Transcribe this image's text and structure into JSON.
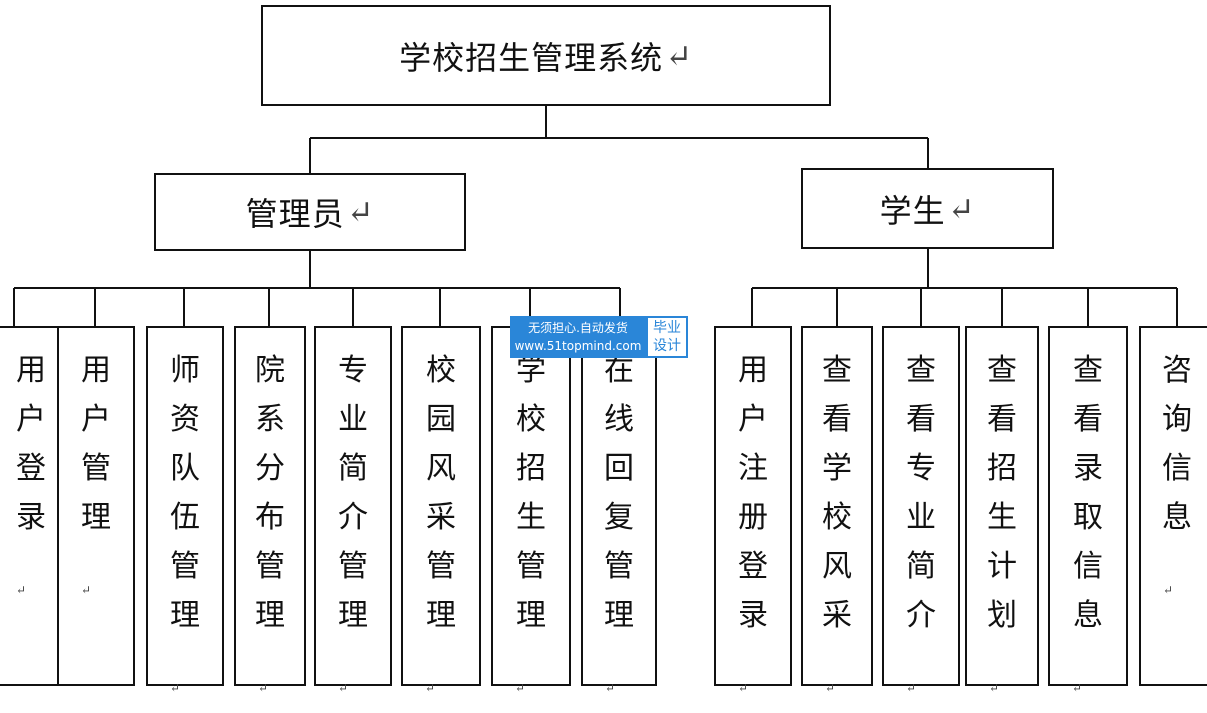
{
  "root": {
    "label": "学校招生管理系统"
  },
  "branches": [
    {
      "label": "管理员",
      "children": [
        "用户登录",
        "用户管理",
        "师资队伍管理",
        "院系分布管理",
        "专业简介管理",
        "校园风采管理",
        "学校招生管理",
        "在线回复管理"
      ]
    },
    {
      "label": "学生",
      "children": [
        "用户注册登录",
        "查看学校风采",
        "查看专业简介",
        "查看招生计划",
        "查看录取信息",
        "咨询信息"
      ]
    }
  ],
  "watermark": {
    "line1": "无须担心.自动发货",
    "line2": "www.51topmind.com",
    "tag1": "毕业",
    "tag2": "设计"
  },
  "colors": {
    "line": "#111111",
    "watermark": "#2a86d8"
  }
}
